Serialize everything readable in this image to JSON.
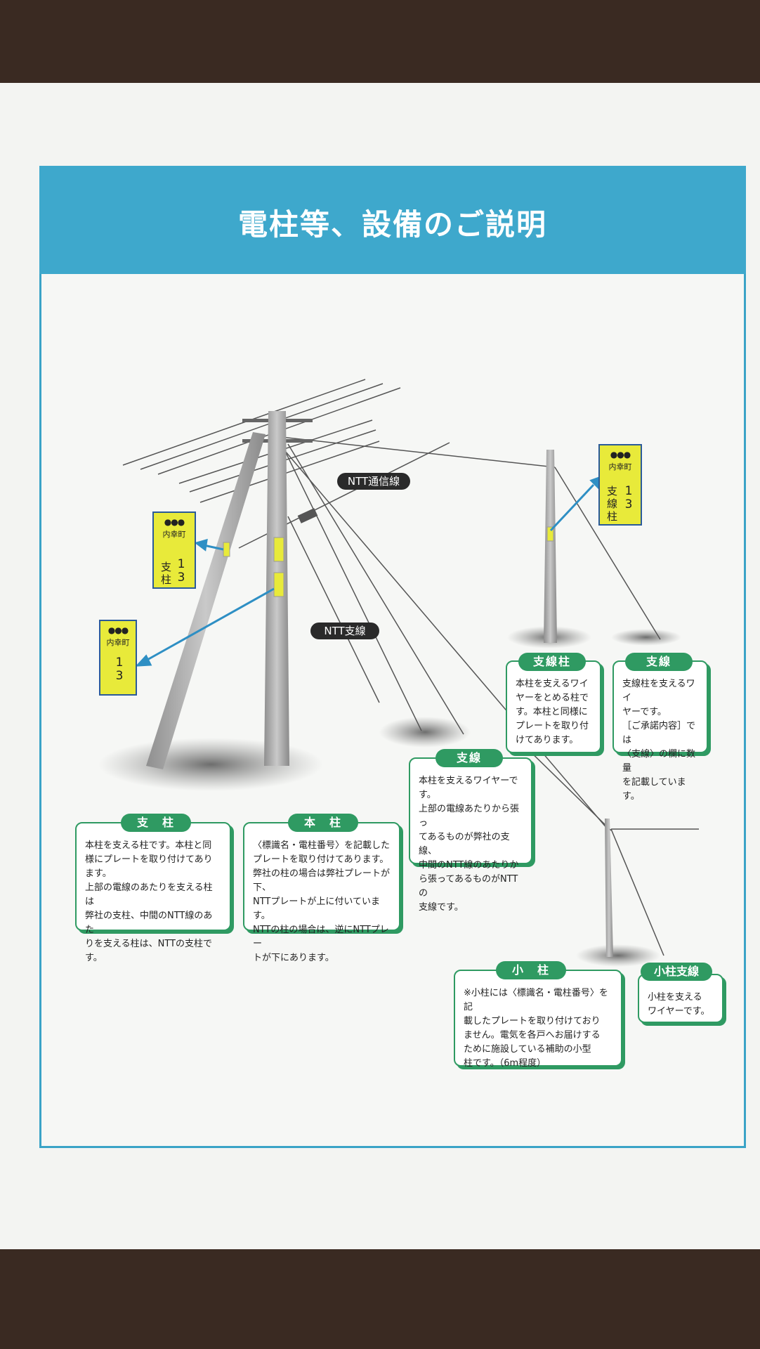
{
  "title": "電柱等、設備のご説明",
  "labels": {
    "ntt_line": "NTT通信線",
    "ntt_stay": "NTT支線"
  },
  "plates": {
    "support": {
      "town": "内幸町",
      "kind": "支柱",
      "number": "1 3"
    },
    "main": {
      "town": "内幸町",
      "number": "1 3"
    },
    "stay_pole": {
      "town": "内幸町",
      "kind": "支線柱",
      "number": "1 3"
    }
  },
  "boxes": {
    "shichu": {
      "tag": "支　柱",
      "lines": [
        "本柱を支える柱です。本柱と同",
        "様にプレートを取り付けてあり",
        "ます。",
        "上部の電線のあたりを支える柱は",
        "弊社の支柱、中間のNTT線のあた",
        "りを支える柱は、NTTの支柱です。"
      ]
    },
    "honchu": {
      "tag": "本　柱",
      "lines": [
        "〈標識名・電柱番号〉を記載した",
        "プレートを取り付けてあります。",
        "弊社の柱の場合は弊社プレートが下、",
        "NTTプレートが上に付いています。",
        "NTTの柱の場合は、逆にNTTプレー",
        "トが下にあります。"
      ]
    },
    "shisen_center": {
      "tag": "支線",
      "lines": [
        "本柱を支えるワイヤーです。",
        "上部の電線あたりから張っ",
        "てあるものが弊社の支線、",
        "中間のNTT線のあたりか",
        "ら張ってあるものがNTTの",
        "支線です。"
      ]
    },
    "shisenchu": {
      "tag": "支線柱",
      "lines": [
        "本柱を支えるワイ",
        "ヤーをとめる柱で",
        "す。本柱と同様に",
        "プレートを取り付",
        "けてあります。"
      ]
    },
    "shisen_right": {
      "tag": "支線",
      "lines": [
        "支線柱を支えるワイ",
        "ヤーです。",
        "［ご承諾内容］では",
        "〈支線〉の欄に数量",
        "を記載しています。"
      ]
    },
    "kochu": {
      "tag": "小　柱",
      "lines": [
        "※小柱には〈標識名・電柱番号〉を記",
        "載したプレートを取り付けており",
        "ません。電気を各戸へお届けする",
        "ために施設している補助の小型",
        "柱です。（6m程度）"
      ]
    },
    "kochu_shisen": {
      "tag": "小柱支線",
      "lines": [
        "小柱を支える",
        "ワイヤーです。"
      ]
    }
  },
  "colors": {
    "banner": "#3ea8cc",
    "accent_green": "#2f9a62",
    "plate_yellow": "#e8ea3a",
    "arrow_blue": "#2e8fc4"
  }
}
